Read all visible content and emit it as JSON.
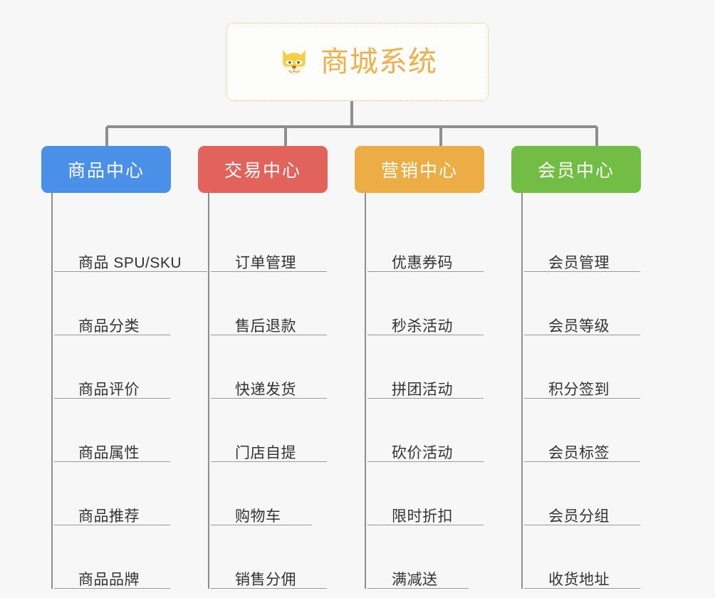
{
  "background_color": "#f7f7f7",
  "root": {
    "title": "商城系统",
    "icon": "shiba-dog-face-icon",
    "text_color": "#eeb04a",
    "border_color": "#eab85a",
    "background": "#fdfdfc"
  },
  "connector_color": "#8e8e8e",
  "columns": [
    {
      "title": "商品中心",
      "color": "#4a90e8",
      "items": [
        "商品 SPU/SKU",
        "商品分类",
        "商品评价",
        "商品属性",
        "商品推荐",
        "商品品牌"
      ]
    },
    {
      "title": "交易中心",
      "color": "#e2625c",
      "items": [
        "订单管理",
        "售后退款",
        "快递发货",
        "门店自提",
        "购物车",
        "销售分佣"
      ]
    },
    {
      "title": "营销中心",
      "color": "#edad45",
      "items": [
        "优惠券码",
        "秒杀活动",
        "拼团活动",
        "砍价活动",
        "限时折扣",
        "满减送"
      ]
    },
    {
      "title": "会员中心",
      "color": "#72bd43",
      "items": [
        "会员管理",
        "会员等级",
        "积分签到",
        "会员标签",
        "会员分组",
        "收货地址"
      ]
    }
  ]
}
